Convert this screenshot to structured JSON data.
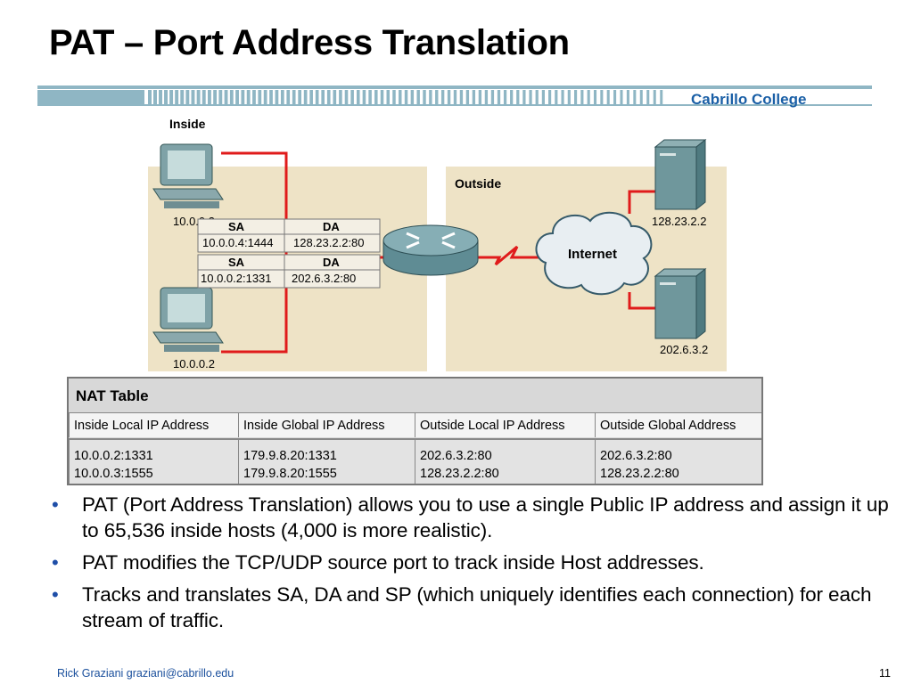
{
  "slide": {
    "title": "PAT – Port Address Translation",
    "brand": "Cabrillo College"
  },
  "diagram": {
    "inside_label": "Inside",
    "outside_label": "Outside",
    "internet_label": "Internet",
    "hosts": {
      "top": "10.0.0.3",
      "bottom": "10.0.0.2"
    },
    "servers": {
      "top": "128.23.2.2",
      "bottom": "202.6.3.2"
    },
    "packets": [
      {
        "sa_header": "SA",
        "da_header": "DA",
        "sa": "10.0.0.4:1444",
        "da": "128.23.2.2:80"
      },
      {
        "sa_header": "SA",
        "da_header": "DA",
        "sa": "10.0.0.2:1331",
        "da": "202.6.3.2:80"
      }
    ]
  },
  "nat_table": {
    "title": "NAT Table",
    "columns": [
      "Inside Local IP Address",
      "Inside Global IP Address",
      "Outside Local IP Address",
      "Outside Global Address"
    ],
    "rows": [
      [
        "10.0.0.2:1331",
        "179.9.8.20:1331",
        "202.6.3.2:80",
        "202.6.3.2:80"
      ],
      [
        "10.0.0.3:1555",
        "179.9.8.20:1555",
        "128.23.2.2:80",
        "128.23.2.2:80"
      ]
    ]
  },
  "bullets": [
    "PAT (Port Address Translation) allows you to use a single Public IP address and assign it up to 65,536 inside hosts (4,000 is more realistic).",
    "PAT modifies the TCP/UDP source port to track inside Host addresses.",
    "Tracks and translates SA, DA and SP (which uniquely identifies each connection) for each stream of traffic."
  ],
  "footer": {
    "author": "Rick Graziani  graziani@cabrillo.edu",
    "page": "11"
  },
  "colors": {
    "zone_fill": "#eee3c6",
    "link_red": "#e01b1b",
    "brand_blue": "#1a5fa6",
    "bullet_blue": "#1f4fa8"
  }
}
